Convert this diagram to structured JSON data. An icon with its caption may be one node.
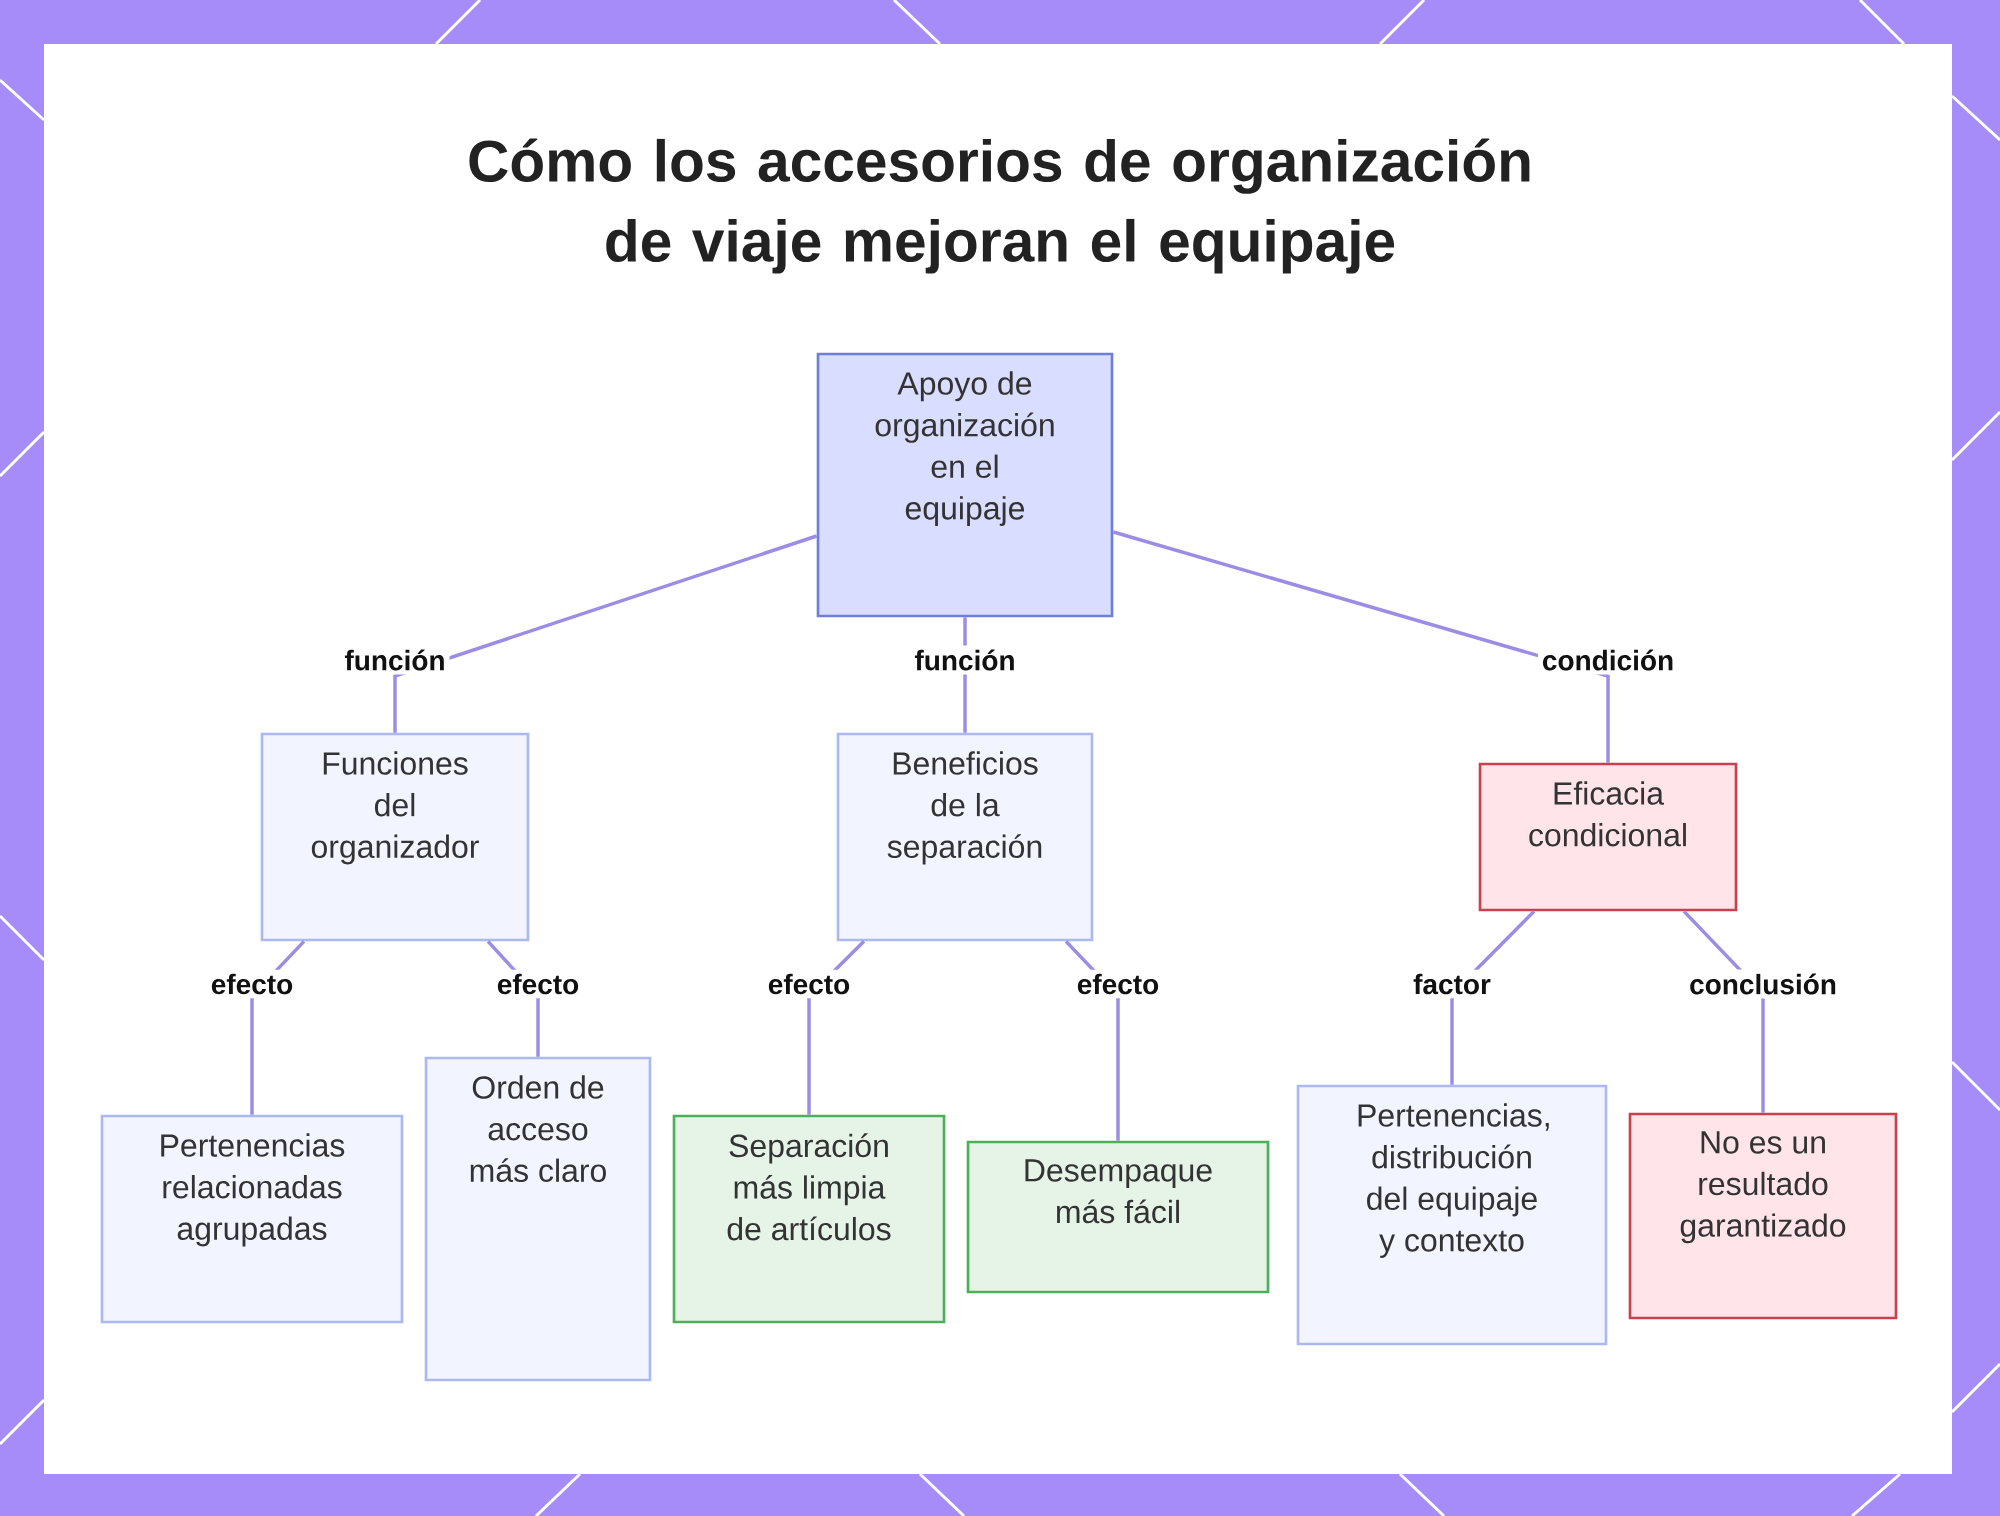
{
  "diagram": {
    "title": "Cómo los accesorios de organización de viaje mejoran el equipaje",
    "nodes": [
      {
        "text": [
          "Apoyo de organización en el equipaje"
        ]
      },
      {
        "text": [
          "Funciones del organizador"
        ]
      },
      {
        "text": [
          "Beneficios de la separación"
        ]
      },
      {
        "text": [
          "Eficacia condicional"
        ]
      },
      {
        "text": [
          "Pertenencias relacionadas agrupadas"
        ]
      },
      {
        "text": [
          "Orden de acceso más claro"
        ]
      },
      {
        "text": [
          "Separación más limpia de artículos"
        ]
      },
      {
        "text": [
          "Desempaque más fácil"
        ]
      },
      {
        "text": [
          "Pertenencias, distribución del equipaje y contexto"
        ]
      },
      {
        "text": [
          "No es un resultado garantizado"
        ]
      }
    ],
    "edges": [
      {
        "from": 0,
        "to": 1,
        "arrow": "none",
        "label": "función"
      },
      {
        "from": 0,
        "to": 2,
        "arrow": "none",
        "label": "función"
      },
      {
        "from": 0,
        "to": 3,
        "arrow": "none",
        "label": "condición"
      },
      {
        "from": 1,
        "to": 4,
        "arrow": "none",
        "label": "efecto"
      },
      {
        "from": 1,
        "to": 5,
        "arrow": "none",
        "label": "efecto"
      },
      {
        "from": 2,
        "to": 6,
        "arrow": "none",
        "label": "efecto"
      },
      {
        "from": 2,
        "to": 7,
        "arrow": "none",
        "label": "efecto"
      },
      {
        "from": 3,
        "to": 8,
        "arrow": "none",
        "label": "factor"
      },
      {
        "from": 3,
        "to": 9,
        "arrow": "none",
        "label": "conclusión"
      }
    ]
  }
}
